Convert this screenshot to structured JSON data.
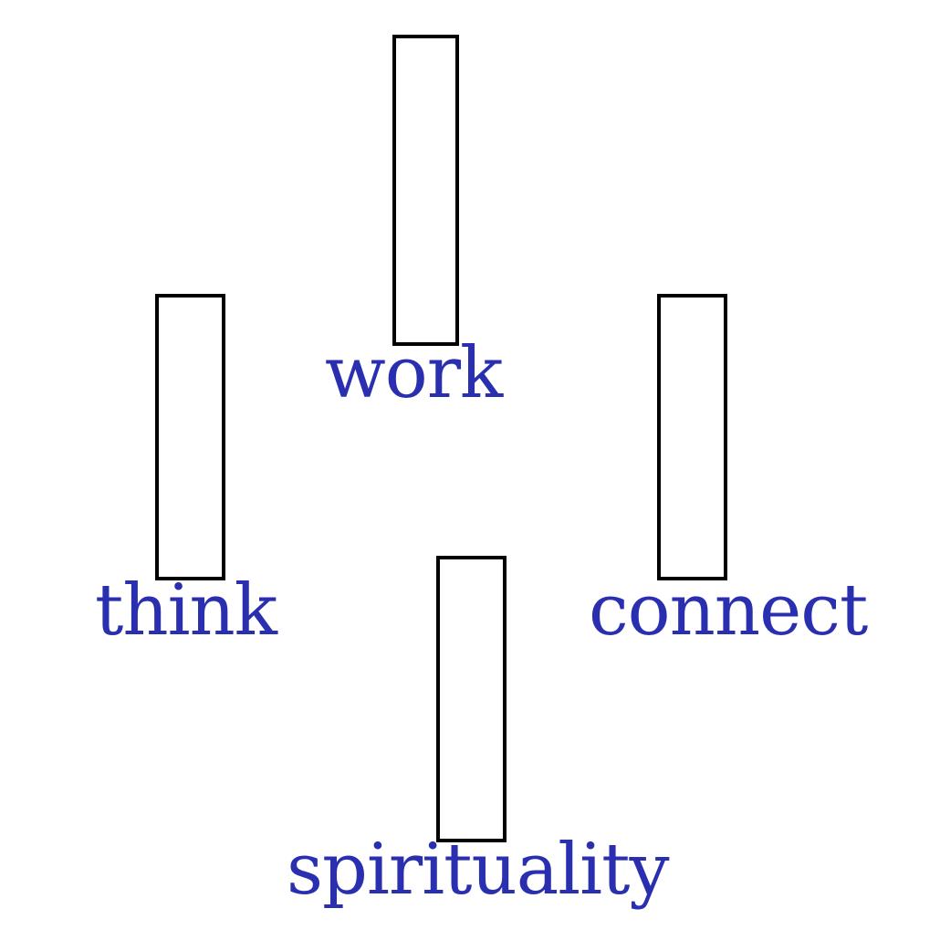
{
  "diagram": {
    "nodes": {
      "work": {
        "label": "work"
      },
      "think": {
        "label": "think"
      },
      "connect": {
        "label": "connect"
      },
      "spirituality": {
        "label": "spirituality"
      }
    },
    "label_color": "#2a2fb0",
    "box_border_color": "#000000"
  }
}
